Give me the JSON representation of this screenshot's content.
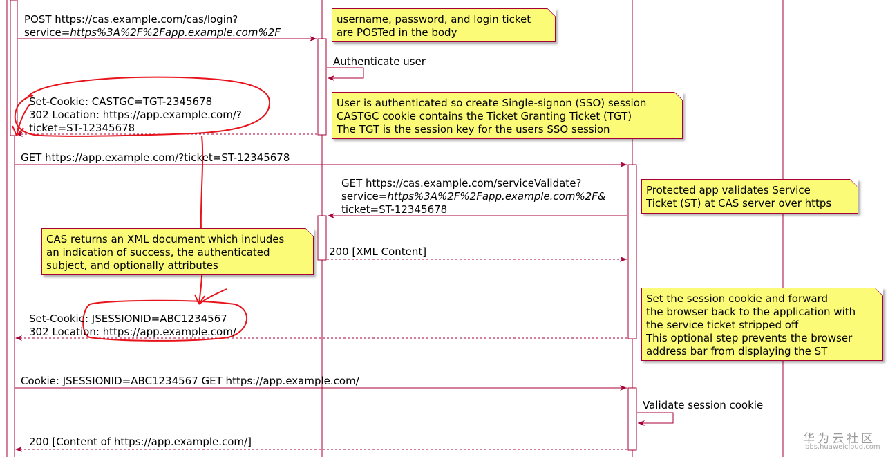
{
  "messages": {
    "m1_line1": "POST https://cas.example.com/cas/login?",
    "m1_line2_prefix": "service=",
    "m1_line2_italic": "https%3A%2F%2Fapp.example.com%2F",
    "m2": "Authenticate user",
    "m3_line1": "Set-Cookie: CASTGC=TGT-2345678",
    "m3_line2": "302 Location: https://app.example.com/?",
    "m3_line3": "ticket=ST-12345678",
    "m4": "GET https://app.example.com/?ticket=ST-12345678",
    "m5_line1": "GET https://cas.example.com/serviceValidate?",
    "m5_line2_prefix": "service=",
    "m5_line2_italic": "https%3A%2F%2Fapp.example.com%2F&",
    "m5_line3": "ticket=ST-12345678",
    "m6": "200 [XML Content]",
    "m7_line1": "Set-Cookie: JSESSIONID=ABC1234567",
    "m7_line2": "302 Location: https://app.example.com/",
    "m8": "Cookie: JSESSIONID=ABC1234567 GET https://app.example.com/",
    "m9": "Validate session cookie",
    "m10": "200 [Content of https://app.example.com/]"
  },
  "notes": {
    "n1": [
      "username, password, and login ticket",
      "are POSTed in the body"
    ],
    "n2": [
      "User is authenticated so create Single-signon (SSO) session",
      "CASTGC cookie contains the Ticket Granting Ticket (TGT)",
      "The TGT is the session key for the users SSO session"
    ],
    "n3": [
      "Protected app validates Service",
      "Ticket (ST) at CAS server over https"
    ],
    "n4": [
      "CAS returns an XML document which includes",
      "an indication of success, the authenticated",
      "subject, and optionally attributes"
    ],
    "n5": [
      "Set the session cookie and forward",
      "the browser back to the application with",
      "the service ticket stripped off",
      "This optional step prevents the browser",
      "address bar from displaying the ST"
    ]
  },
  "watermark": {
    "brand": "华为云社区",
    "url": "bbs.huaweicloud.com"
  },
  "colors": {
    "line": "#a80036",
    "note_fill": "#fbfb77",
    "annotation": "#e8141c"
  }
}
